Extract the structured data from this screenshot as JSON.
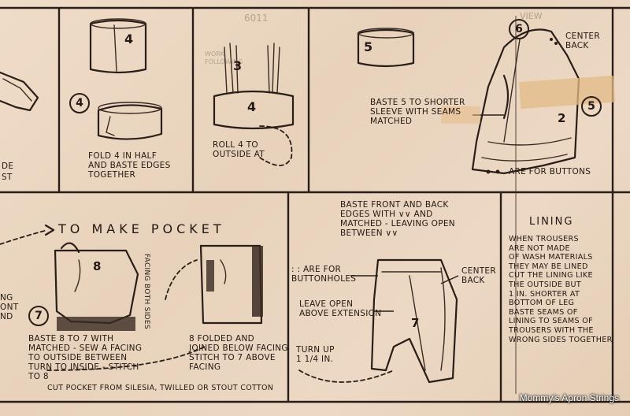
{
  "panels": {
    "fold": {
      "circle": "4",
      "text": "FOLD 4 IN HALF\nAND BASTE EDGES\nTOGETHER",
      "cuff_number": "4"
    },
    "roll": {
      "text": "ROLL 4 TO\nOUTSIDE AT",
      "number_top": "3",
      "number_band": "4"
    },
    "baste5": {
      "text": "BASTE 5 TO SHORTER\nSLEEVE WITH SEAMS\nMATCHED",
      "band_number": "5"
    },
    "jacket": {
      "circle_top": "6",
      "circle_side": "5",
      "center_back": "CENTER\nBACK",
      "buttons": "ARE FOR BUTTONS",
      "inner_number": "2"
    },
    "left_edge": {
      "fragments": [
        "DE",
        "ST"
      ]
    },
    "pocket": {
      "heading": "TO  MAKE  POCKET",
      "facing_label": "FACING BOTH SIDES",
      "circle": "7",
      "pocket_number": "8",
      "baste_text": "BASTE 8 TO 7 WITH\nMATCHED - SEW A FACING\nTO OUTSIDE BETWEEN\nTURN TO INSIDE - STITCH\nTO 8",
      "folded_text": "8 FOLDED AND\nJOINED BELOW FACING\nSTITCH TO 7 ABOVE\nFACING",
      "cut_text": "CUT POCKET FROM SILESIA, TWILLED OR STOUT COTTON",
      "left_fragment": "NG\nONT\nND"
    },
    "trousers": {
      "baste_text": "BASTE FRONT AND BACK\nEDGES WITH ∨∨ AND\nMATCHED - LEAVING OPEN\nBETWEEN ∨∨",
      "buttonholes": ": : ARE FOR\nBUTTONHOLES",
      "center_back": "CENTER\nBACK",
      "leave_open": "LEAVE OPEN\nABOVE EXTENSION",
      "turn_up": "TURN UP\n1 1/4 IN.",
      "panel_number": "7"
    },
    "lining": {
      "heading": "LINING",
      "text": "WHEN TROUSERS\nARE NOT MADE\nOF WASH MATERIALS\nTHEY MAY BE LINED\nCUT THE LINING LIKE\nTHE OUTSIDE BUT\n1 IN. SHORTER AT\nBOTTOM OF LEG\nBASTE SEAMS OF\nLINING TO SEAMS OF\nTROUSERS WITH THE\nWRONG SIDES TOGETHER"
    },
    "ghost": {
      "top_number": "6011",
      "bleed_1": "WORK\nFOLLOWING",
      "bleed_2": "VIEW"
    }
  },
  "credit": "Mommy's Apron Strings"
}
